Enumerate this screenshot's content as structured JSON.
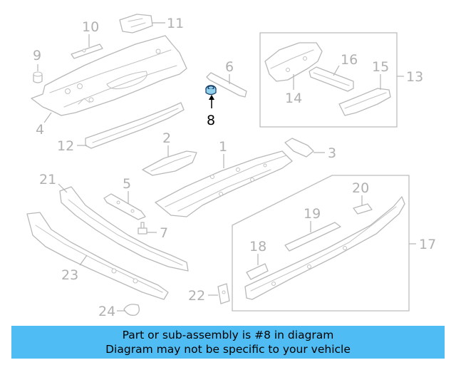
{
  "callouts": {
    "c1": "1",
    "c2": "2",
    "c3": "3",
    "c4": "4",
    "c5": "5",
    "c6": "6",
    "c7": "7",
    "c8": "8",
    "c9": "9",
    "c10": "10",
    "c11": "11",
    "c12": "12",
    "c13": "13",
    "c14": "14",
    "c15": "15",
    "c16": "16",
    "c17": "17",
    "c18": "18",
    "c19": "19",
    "c20": "20",
    "c21": "21",
    "c22": "22",
    "c23": "23",
    "c24": "24"
  },
  "banner": {
    "line1": "Part or sub-assembly is #8 in diagram",
    "line2": "Diagram may not be specific to your vehicle"
  },
  "colors": {
    "banner_bg": "#4fbdf3",
    "highlight_part": "#8fd0ec",
    "line_gray": "#b9b9b9"
  }
}
